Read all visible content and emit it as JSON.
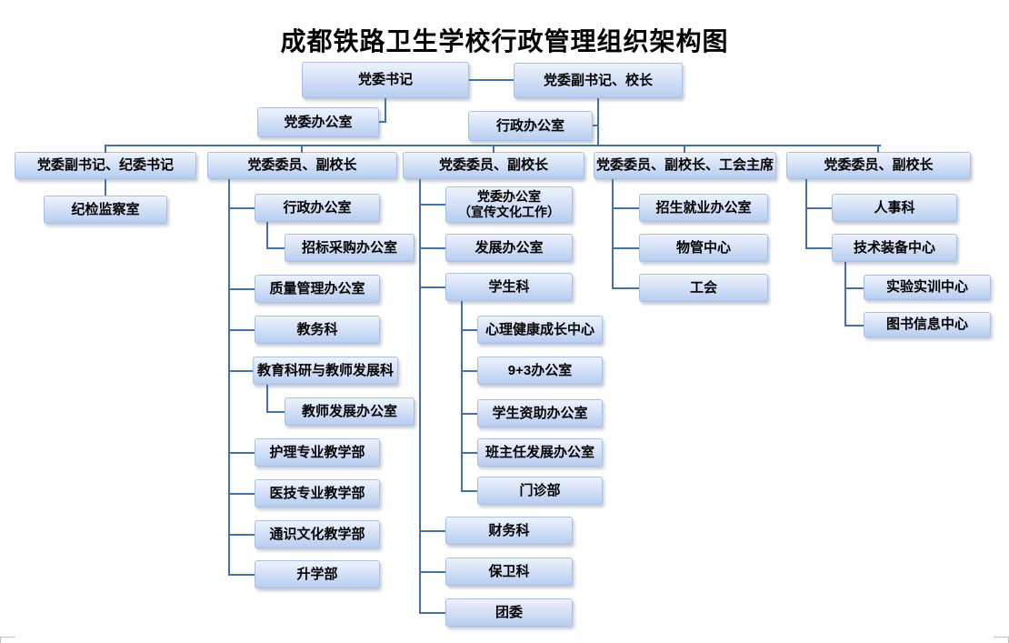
{
  "title": "成都铁路卫生学校行政管理组织架构图",
  "colors": {
    "connector_line": "#4472a8",
    "box_gradient_top": "#edf3fc",
    "box_gradient_bottom": "#b7cdf0",
    "box_border": "#a9c0e6",
    "text": "#000000"
  },
  "nodes": {
    "party_secretary": "党委书记",
    "deputy_secretary_principal": "党委副书记、校长",
    "party_committee_office": "党委办公室",
    "admin_office_top": "行政办公室",
    "h1_deputy_secretary_discipline": "党委副书记、纪委书记",
    "h2_committee_member_vp": "党委委员、副校长",
    "h3_committee_member_vp": "党委委员、副校长",
    "h4_committee_member_vp_union": "党委委员、副校长、工会主席",
    "h5_committee_member_vp": "党委委员、副校长",
    "discipline_inspection": "纪检监察室",
    "admin_office_2": "行政办公室",
    "bidding_procurement": "招标采购办公室",
    "quality_mgmt": "质量管理办公室",
    "academic_affairs": "教务科",
    "edu_research_teacher_dev": "教育科研与教师发展科",
    "teacher_dev_office": "教师发展办公室",
    "nursing_dept": "护理专业教学部",
    "medical_tech_dept": "医技专业教学部",
    "general_culture_dept": "通识文化教学部",
    "further_edu_dept": "升学部",
    "party_office_publicity_line1": "党委办公室",
    "party_office_publicity_line2": "（宣传文化工作）",
    "development_office": "发展办公室",
    "student_section": "学生科",
    "mental_health_center": "心理健康成长中心",
    "nine_plus_three_office": "9+3办公室",
    "student_aid_office": "学生资助办公室",
    "class_teacher_dev_office": "班主任发展办公室",
    "clinic_dept": "门诊部",
    "finance_section": "财务科",
    "security_section": "保卫科",
    "youth_league": "团委",
    "admissions_employment": "招生就业办公室",
    "property_mgmt_center": "物管中心",
    "labor_union": "工会",
    "personnel_section": "人事科",
    "tech_equipment_center": "技术装备中心",
    "experiment_training_center": "实验实训中心",
    "library_info_center": "图书信息中心"
  },
  "hierarchy": [
    {
      "id": "party_secretary",
      "children": [
        {
          "id": "party_committee_office"
        }
      ]
    },
    {
      "id": "deputy_secretary_principal",
      "children": [
        {
          "id": "admin_office_top"
        },
        {
          "id": "h1_deputy_secretary_discipline",
          "children": [
            {
              "id": "discipline_inspection"
            }
          ]
        },
        {
          "id": "h2_committee_member_vp",
          "children": [
            {
              "id": "admin_office_2",
              "children": [
                {
                  "id": "bidding_procurement"
                }
              ]
            },
            {
              "id": "quality_mgmt"
            },
            {
              "id": "academic_affairs"
            },
            {
              "id": "edu_research_teacher_dev",
              "children": [
                {
                  "id": "teacher_dev_office"
                }
              ]
            },
            {
              "id": "nursing_dept"
            },
            {
              "id": "medical_tech_dept"
            },
            {
              "id": "general_culture_dept"
            },
            {
              "id": "further_edu_dept"
            }
          ]
        },
        {
          "id": "h3_committee_member_vp",
          "children": [
            {
              "id": "party_office_publicity"
            },
            {
              "id": "development_office"
            },
            {
              "id": "student_section",
              "children": [
                {
                  "id": "mental_health_center"
                },
                {
                  "id": "nine_plus_three_office"
                },
                {
                  "id": "student_aid_office"
                },
                {
                  "id": "class_teacher_dev_office"
                },
                {
                  "id": "clinic_dept"
                }
              ]
            },
            {
              "id": "finance_section"
            },
            {
              "id": "security_section"
            },
            {
              "id": "youth_league"
            }
          ]
        },
        {
          "id": "h4_committee_member_vp_union",
          "children": [
            {
              "id": "admissions_employment"
            },
            {
              "id": "property_mgmt_center"
            },
            {
              "id": "labor_union"
            }
          ]
        },
        {
          "id": "h5_committee_member_vp",
          "children": [
            {
              "id": "personnel_section"
            },
            {
              "id": "tech_equipment_center",
              "children": [
                {
                  "id": "experiment_training_center"
                },
                {
                  "id": "library_info_center"
                }
              ]
            }
          ]
        }
      ]
    }
  ]
}
